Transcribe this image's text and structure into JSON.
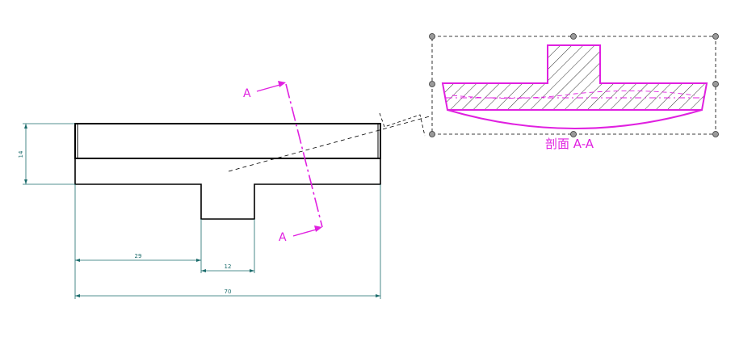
{
  "colors": {
    "outline": "#000000",
    "dimension": "#1a6b6b",
    "section": "#e020e0",
    "frame": "#000000",
    "handle_fill": "#9a9a9a"
  },
  "dimensions": {
    "height": "14",
    "offset": "29",
    "slot_width": "12",
    "total_length": "70"
  },
  "section": {
    "letter_top": "A",
    "letter_bottom": "A",
    "caption": "剖面 A-A"
  }
}
